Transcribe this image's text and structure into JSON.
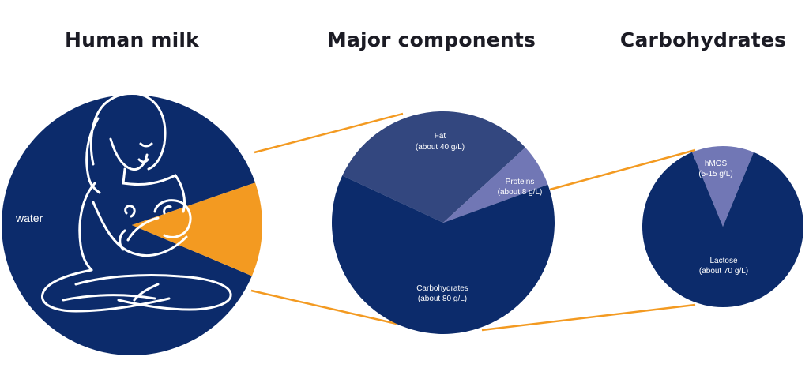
{
  "headings": {
    "human_milk": "Human milk",
    "major_components": "Major components",
    "carbohydrates": "Carbohydrates"
  },
  "colors": {
    "navy": "#0c2b6b",
    "mid_blue": "#33477f",
    "light_blue": "#7177b5",
    "orange": "#f39a21",
    "illustration_line": "#ffffff"
  },
  "icons": {
    "human_milk_pie": "mother-breastfeeding-icon"
  },
  "chart_data": [
    {
      "type": "pie",
      "title": "Human milk",
      "slices": [
        {
          "label": "water",
          "share": 0.9
        },
        {
          "label": "",
          "share": 0.1,
          "color": "#f39a21"
        }
      ]
    },
    {
      "type": "pie",
      "title": "Major components",
      "slices": [
        {
          "label": "Fat",
          "detail": "(about 40 g/L)",
          "value": 40,
          "color": "#33477f"
        },
        {
          "label": "Proteins",
          "detail": "(about 8 g/L)",
          "value": 8,
          "color": "#7177b5"
        },
        {
          "label": "Carbohydrates",
          "detail": "(about 80 g/L)",
          "value": 80,
          "color": "#0c2b6b"
        }
      ]
    },
    {
      "type": "pie",
      "title": "Carbohydrates",
      "slices": [
        {
          "label": "hMOS",
          "detail": "(5-15 g/L)",
          "value": 10,
          "color": "#7177b5"
        },
        {
          "label": "Lactose",
          "detail": "(about 70 g/L)",
          "value": 70,
          "color": "#0c2b6b"
        }
      ]
    }
  ]
}
